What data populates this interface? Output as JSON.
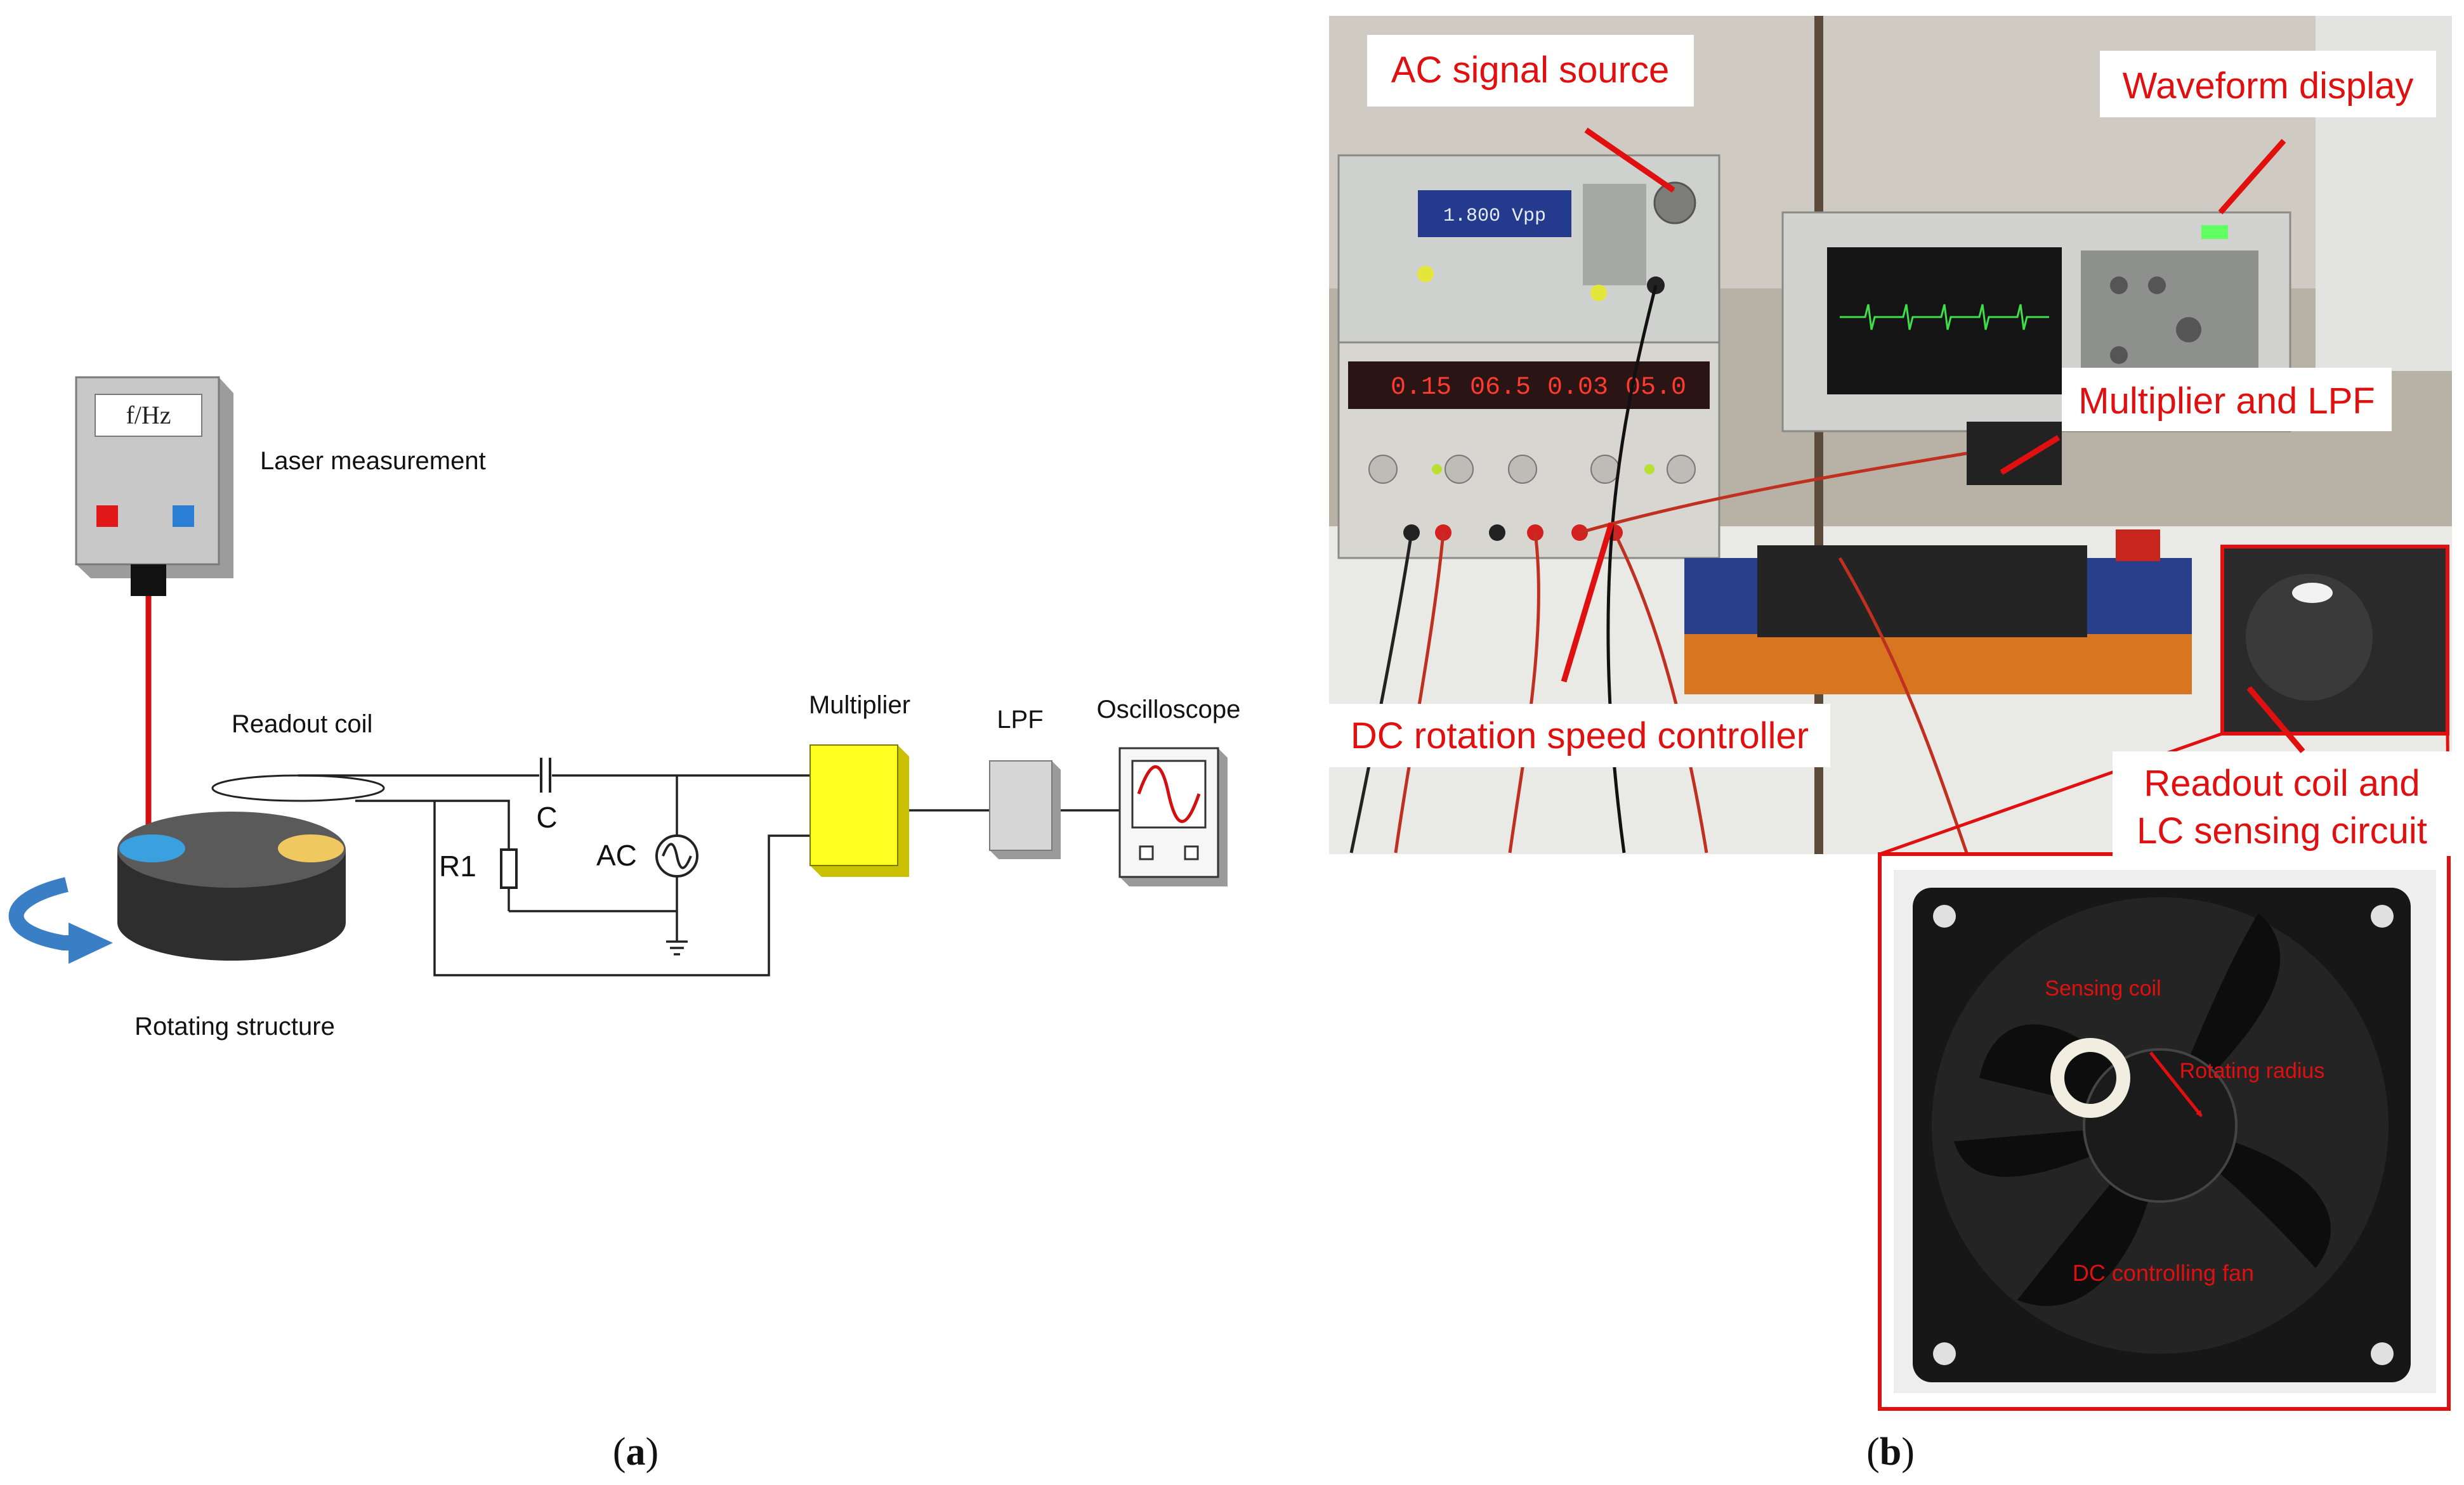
{
  "panel_a": {
    "meter_display": "f/Hz",
    "laser_label": "Laser measurement",
    "coil_label": "Readout coil",
    "capacitor_label": "C",
    "resistor_label": "R1",
    "ac_label": "AC",
    "multiplier_label": "Multiplier",
    "lpf_label": "LPF",
    "scope_label": "Oscilloscope",
    "rotating_label": "Rotating structure",
    "caption_letter": "a",
    "colors": {
      "multiplier": "#ffff22",
      "laser_beam": "#d21010",
      "arrow": "#3a7fc6",
      "disk": "#3a3a3a"
    }
  },
  "panel_b": {
    "labels": {
      "ac_source": "AC signal source",
      "waveform": "Waveform display",
      "multiplier_lpf": "Multiplier and LPF",
      "dc_controller": "DC rotation speed controller",
      "readout_line1": "Readout coil and",
      "readout_line2": "LC sensing circuit",
      "sensing_coil": "Sensing coil",
      "rotating_radius": "Rotating radius",
      "dc_fan": "DC controlling fan"
    },
    "power_supply_readouts": [
      "0.15",
      "06.5",
      "0.03",
      "05.0"
    ],
    "generator_readout": "1.800 Vpp",
    "caption_letter": "b",
    "colors": {
      "annotation": "#e01010",
      "led": "#ff2a2a"
    }
  }
}
